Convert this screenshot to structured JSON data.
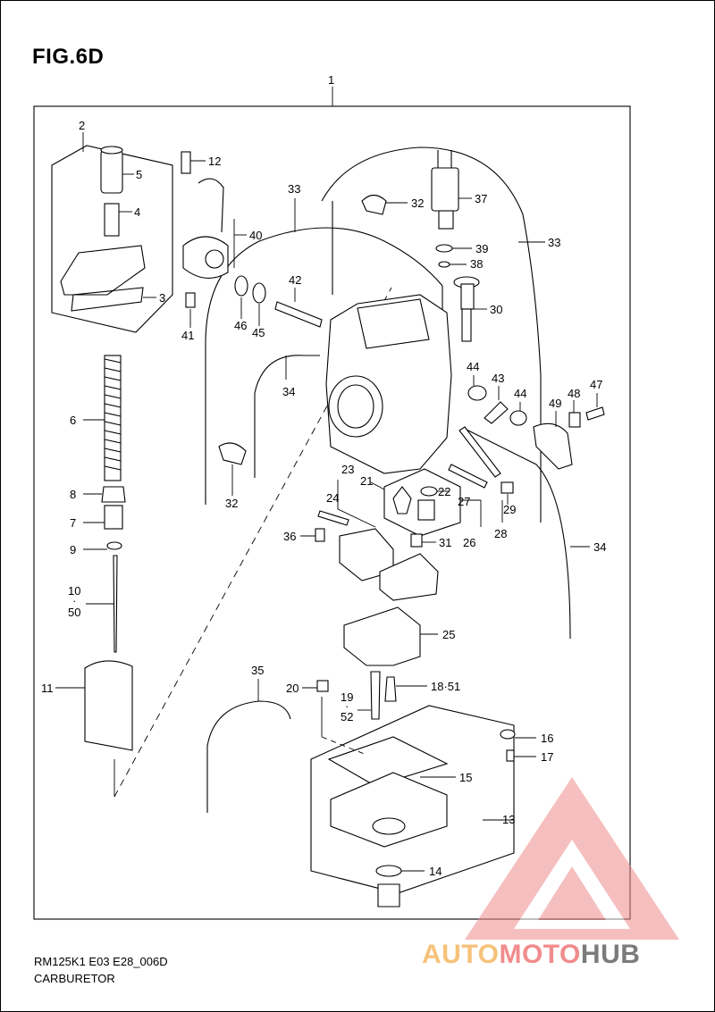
{
  "figure": {
    "title": "FIG.6D"
  },
  "footer": {
    "code": "RM125K1 E03 E28_006D",
    "name": "CARBURETOR"
  },
  "watermark": {
    "part1": "AUTO",
    "part2": "MOTO",
    "part3": "HUB",
    "colors": {
      "auto": "#f6c27a",
      "moto": "#f08c8c",
      "hub": "#7b7b7b"
    }
  },
  "labels": {
    "l1": "1",
    "l2": "2",
    "l3": "3",
    "l4": "4",
    "l5": "5",
    "l6": "6",
    "l7": "7",
    "l8": "8",
    "l9": "9",
    "l10": "10",
    "l10b": "50",
    "l11": "11",
    "l12": "12",
    "l13": "13",
    "l14": "14",
    "l15": "15",
    "l16": "16",
    "l17": "17",
    "l18": "18·51",
    "l19": "19",
    "l19b": "52",
    "l20": "20",
    "l21": "21",
    "l22": "22",
    "l23": "23",
    "l24": "24",
    "l25": "25",
    "l26": "26",
    "l27": "27",
    "l28": "28",
    "l29": "29",
    "l30": "30",
    "l31": "31",
    "l32a": "32",
    "l32b": "32",
    "l33a": "33",
    "l33b": "33",
    "l34a": "34",
    "l34b": "34",
    "l35": "35",
    "l36": "36",
    "l37": "37",
    "l38": "38",
    "l39": "39",
    "l40": "40",
    "l41": "41",
    "l42": "42",
    "l43": "43",
    "l44a": "44",
    "l44b": "44",
    "l45": "45",
    "l46": "46",
    "l47": "47",
    "l48": "48",
    "l49": "49"
  }
}
